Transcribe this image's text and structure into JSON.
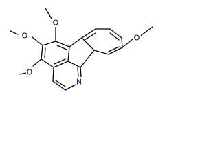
{
  "structure": {
    "atom_labels": {
      "o_top": "O",
      "o_mid": "O",
      "o_low": "O",
      "o_right": "O",
      "n": "N"
    },
    "colors": {
      "bond": "#000000",
      "nitrogen": "#1a1ad6",
      "background": "#ffffff"
    }
  }
}
